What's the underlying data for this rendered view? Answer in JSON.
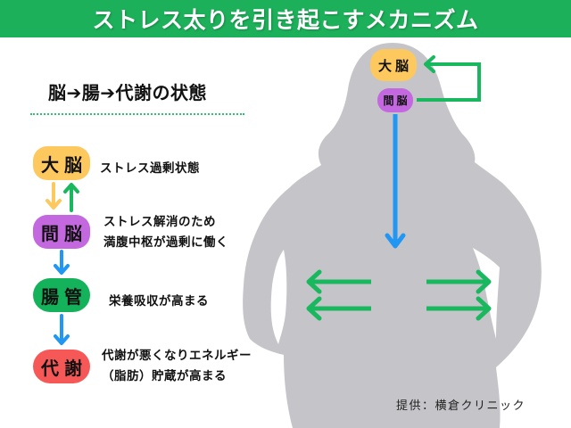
{
  "title": "ストレス太りを引き起こすメカニズム",
  "section_heading": "脳➔腸➔代謝の状態",
  "colors": {
    "title_bar": "#1db05a",
    "cerebrum": "#fdc95f",
    "diencephalon": "#c468e0",
    "intestine": "#14b25a",
    "metabolism": "#f65858",
    "arrow_blue": "#2196f3",
    "arrow_green": "#19b85e",
    "arrow_orange": "#fdc95f",
    "silhouette": "#c5c5c9"
  },
  "flow": [
    {
      "label": "大脳",
      "description": [
        "ストレス過剰状態"
      ]
    },
    {
      "label": "間脳",
      "description": [
        "ストレス解消のため",
        "満腹中枢が過剰に働く"
      ]
    },
    {
      "label": "腸管",
      "description": [
        "栄養吸収が高まる"
      ]
    },
    {
      "label": "代謝",
      "description": [
        "代謝が悪くなりエネルギー",
        "（脂肪）貯蔵が高まる"
      ]
    }
  ],
  "figure": {
    "head_top_label": "大脳",
    "head_bottom_label": "間脳"
  },
  "credit": "提供：横倉クリニック"
}
